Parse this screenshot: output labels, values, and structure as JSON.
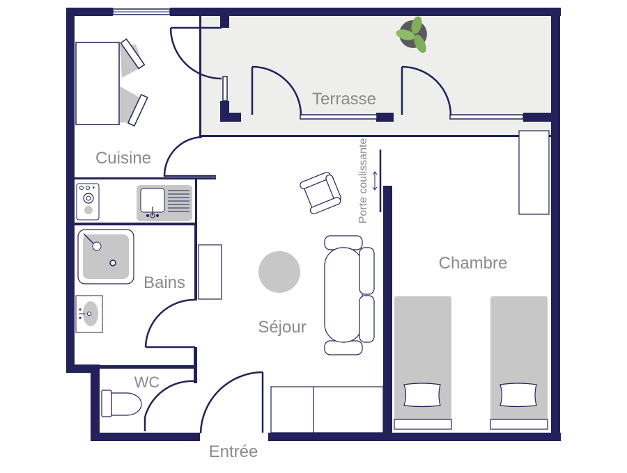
{
  "rooms": {
    "cuisine": "Cuisine",
    "terrasse": "Terrasse",
    "bains": "Bains",
    "sejour": "Séjour",
    "chambre": "Chambre",
    "wc": "WC",
    "entree": "Entrée"
  },
  "annotations": {
    "sliding_door": "Porte coulissante"
  },
  "colors": {
    "wall": "#22215a",
    "terrace_floor": "#eeefec",
    "furniture_fill": "#c7c7c7",
    "label": "#8a8a8a",
    "plant": "#7fae5a"
  }
}
